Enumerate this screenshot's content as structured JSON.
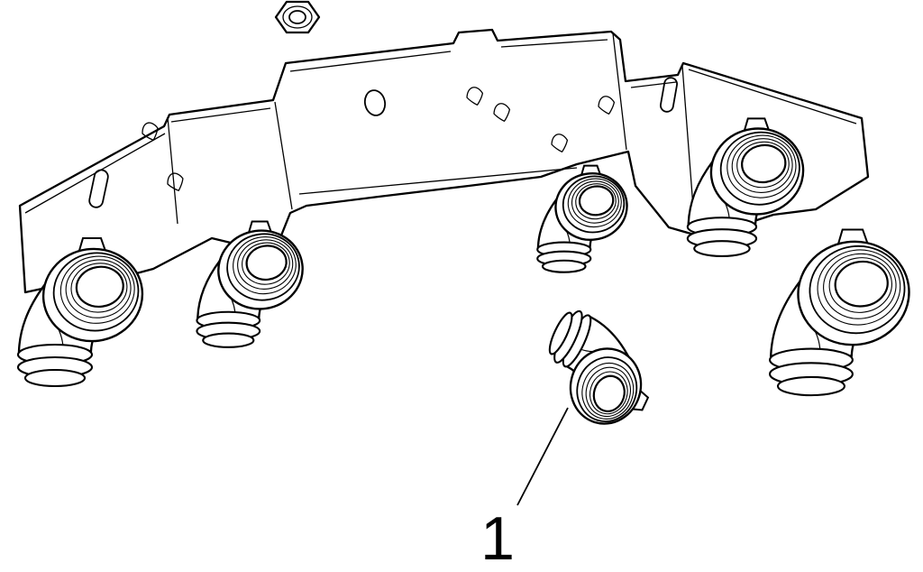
{
  "figure": {
    "background_color": "#ffffff",
    "line_color": "#000000",
    "callout": {
      "label": "1"
    },
    "parts": [
      {
        "name": "hex-nut"
      },
      {
        "name": "mounting-bracket"
      },
      {
        "name": "elbow-fitting-left-outer"
      },
      {
        "name": "elbow-fitting-left-inner"
      },
      {
        "name": "elbow-fitting-center"
      },
      {
        "name": "elbow-fitting-right-inner"
      },
      {
        "name": "elbow-fitting-right-outer"
      },
      {
        "name": "elbow-fitting-detached"
      }
    ]
  }
}
